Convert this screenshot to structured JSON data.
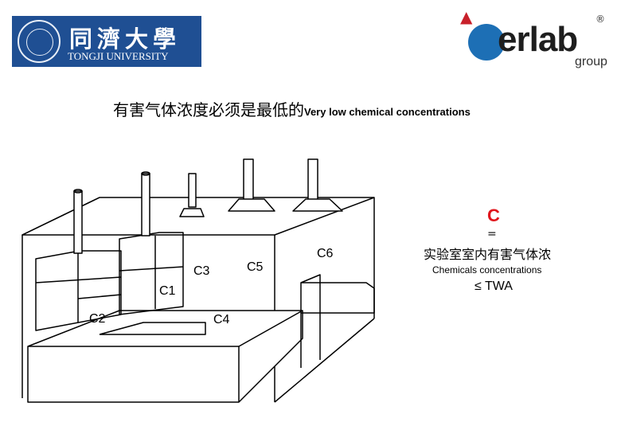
{
  "logos": {
    "tongji": {
      "cn": "同濟大學",
      "en": "TONGJI UNIVERSITY"
    },
    "erlab": {
      "text": "erlab",
      "reg": "®",
      "group": "group"
    }
  },
  "title": {
    "cn": "有害气体浓度必须是最低的",
    "en": "Very low chemical concentrations"
  },
  "diagram_labels": {
    "c1": "C1",
    "c2": "C2",
    "c3": "C3",
    "c4": "C4",
    "c5": "C5",
    "c6": "C6"
  },
  "legend": {
    "letter": "C",
    "equals": "=",
    "cn": "实验室室内有害气体浓",
    "en": "Chemicals concentrations",
    "limit": "≤ TWA"
  },
  "colors": {
    "tongji_blue": "#1f4f93",
    "erlab_red": "#e0161d",
    "erlab_blue": "#1d6fb5"
  }
}
